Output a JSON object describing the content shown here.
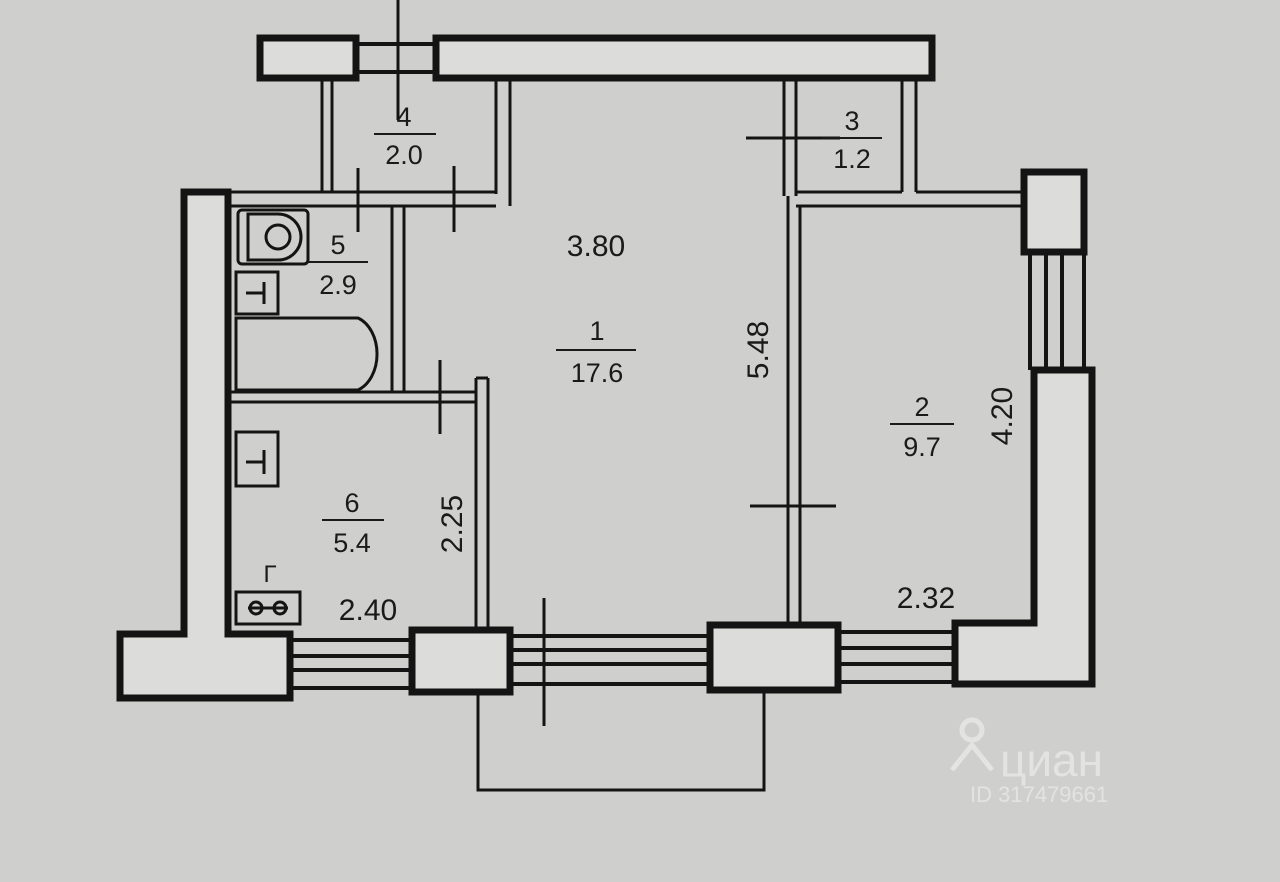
{
  "rooms": [
    {
      "id": "1",
      "area": "17.6"
    },
    {
      "id": "2",
      "area": "9.7"
    },
    {
      "id": "3",
      "area": "1.2"
    },
    {
      "id": "4",
      "area": "2.0"
    },
    {
      "id": "5",
      "area": "2.9"
    },
    {
      "id": "6",
      "area": "5.4"
    }
  ],
  "dimensions": {
    "room1_width": "3.80",
    "room1_length": "5.48",
    "room2_length": "4.20",
    "room2_width": "2.32",
    "room6_length": "2.25",
    "room6_width": "2.40"
  },
  "gas_symbol": "Г",
  "watermark": {
    "brand": "циан",
    "id": "ID 317479661"
  },
  "colors": {
    "background": "#cfcfcd",
    "wall": "#141414",
    "text": "#1a1a1a"
  }
}
